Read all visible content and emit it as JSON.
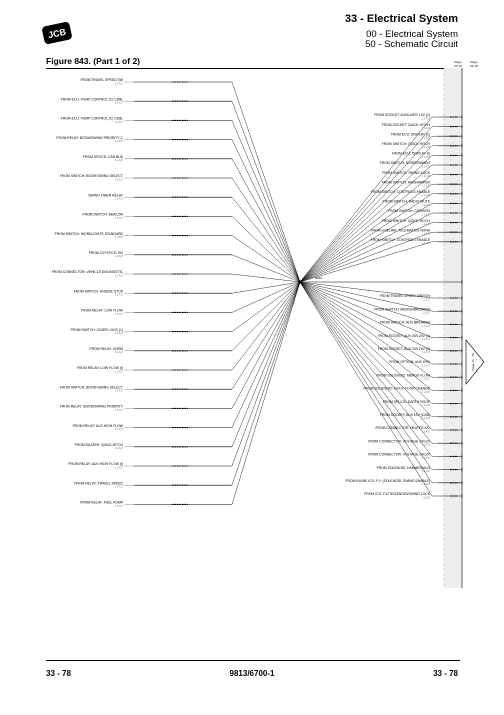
{
  "header": {
    "logo_text": "JCB",
    "section_title": "33 - Electrical System",
    "subtitle_1": "00 - Electrical System",
    "subtitle_2": "50 - Schematic Circuit"
  },
  "figure_title": "Figure 843. (Part 1 of 2)",
  "page_tags": [
    {
      "label": "Page",
      "ref": "33-79"
    },
    {
      "label": "Page",
      "ref": "33-79"
    }
  ],
  "splice_label": "S949",
  "offpage_label": "Page 33 - 79",
  "colors": {
    "trace": "#000000",
    "subtext": "#3a8a3a",
    "band": "#eeeeee"
  },
  "left_entries": [
    {
      "label": "FROM TRAVEL SPEED SW",
      "ref": "1.1 A17"
    },
    {
      "label": "FROM ECU: PUMP CONTROL (C) CD8L",
      "ref": "1.1 A17"
    },
    {
      "label": "FROM ECU: PUMP CONTROL (C) CD8L",
      "ref": "1.1 A17"
    },
    {
      "label": "FROM RELAY: BOOM/SWING PRIORITY C",
      "ref": "1.1 A17"
    },
    {
      "label": "FROM SPLICE: CAN BUS",
      "ref": "1.1 A17"
    },
    {
      "label": "FROM SWITCH: BOOM SWING SELECT",
      "ref": "1.1 A17"
    },
    {
      "label": "SWING TIMER RELAY",
      "ref": "1.1 A17"
    },
    {
      "label": "FROM SWITCH: BEACON",
      "ref": "1.1 A17"
    },
    {
      "label": "FROM SWITCH: WORKLIGHTS STANDARD",
      "ref": "1.1 A17"
    },
    {
      "label": "FROM JOYSTICK: RH",
      "ref": "1.1 A17"
    },
    {
      "label": "FROM CONNECTOR: VEHICLE DIAGNOSTIC",
      "ref": "1.1 A17"
    },
    {
      "label": "FROM SWITCH: ENGINE STOP",
      "ref": "1.1 A17"
    },
    {
      "label": "FROM RELAY: LOW FLOW",
      "ref": "1.1 A17"
    },
    {
      "label": "FROM SWITCH: LEVER LOCK (1)",
      "ref": "1.1 A17"
    },
    {
      "label": "FROM RELAY: HORN",
      "ref": "1.1 A17"
    },
    {
      "label": "FROM RELAY: LOW FLOW (I)",
      "ref": "1.1 A17"
    },
    {
      "label": "FROM SWITCH: BOOM SWING SELECT",
      "ref": "1.1 A17"
    },
    {
      "label": "FROM RELAY: BOOM/SWING PRIORITY",
      "ref": "1.1 A17"
    },
    {
      "label": "FROM RELAY: AUX HIGH FLOW",
      "ref": "1.1 A17"
    },
    {
      "label": "FROM BUZZER: QUICK HITCH",
      "ref": "1.1 A17"
    },
    {
      "label": "FROM RELAY: AUX HIGH FLOW (I)",
      "ref": "1.1 A17"
    },
    {
      "label": "FROM RELAY: TRAVEL SPEED",
      "ref": "1.1 A17"
    },
    {
      "label": "FROM RELAY: FUEL PUMP",
      "ref": "1.1 A17"
    }
  ],
  "right_top_entries": [
    {
      "label": "FROM SOCKET: AUXILIARY 12V (1)",
      "ref": "1.1 A17"
    },
    {
      "label": "FROM SOCKET: QUICK HITCH",
      "ref": "1.1 A17"
    },
    {
      "label": "FROM ECU: DISPLAY (1)",
      "ref": "1.1 A17"
    },
    {
      "label": "FROM SWITCH: QUICK HITCH",
      "ref": "1.1 A17"
    },
    {
      "label": "FROM ECU: DISPLAY (I)",
      "ref": "1.1 A17"
    },
    {
      "label": "FROM SWITCH: SCREENWASH",
      "ref": "1.1 A17"
    },
    {
      "label": "FROM SWITCH: SWING LOCK",
      "ref": "1.1 A17"
    },
    {
      "label": "FROM SWITCH: WASH/WIPER",
      "ref": "1.1 A17"
    },
    {
      "label": "FROM SWITCH: CONTROLS ENABLE",
      "ref": "1.1 A17"
    },
    {
      "label": "FROM SWITCH: RADIO MUTE",
      "ref": "1.1 A17"
    },
    {
      "label": "FROM SWITCH: CUSHION",
      "ref": "1.1 A17"
    },
    {
      "label": "FROM SWITCH: QUICK HITCH",
      "ref": "1.1 A17"
    },
    {
      "label": "FROM LIVELINK: TELEMATICS NONA",
      "ref": "1.1 A17"
    },
    {
      "label": "FROM SWITCH: CONTROLS ENABLE",
      "ref": "1.1 A17"
    }
  ],
  "right_bottom_entries": [
    {
      "label": "FROM TRAVEL SPEED SWITCH",
      "ref": "1.1 A17"
    },
    {
      "label": "FROM SWITCH: MERGE/BREAKER",
      "ref": "1.1 A17"
    },
    {
      "label": "FROM SWITCH: AUX BREAKER",
      "ref": "1.1 A17"
    },
    {
      "label": "FROM SOCKET: AUX IGN 24V (1)",
      "ref": "1.1 A17"
    },
    {
      "label": "FROM SOCKET: AUX IGN 24V (2)",
      "ref": "1.1 A17"
    },
    {
      "label": "FROM OPTION: AUX HYD",
      "ref": "1.1 A17"
    },
    {
      "label": "FROM SOLENOID: MERGE FLOW",
      "ref": "1.1 A17"
    },
    {
      "label": "FROM SOLENOID: AUX K FLOW CHANGE",
      "ref": "1.1 A17"
    },
    {
      "label": "FROM SPLICE: EARTH ROOF",
      "ref": "1.1 A17"
    },
    {
      "label": "FROM SOCKET: AUX 12V (CAB)",
      "ref": "1.1 A17"
    },
    {
      "label": "FROM CONNECTOR: HEATER A/C",
      "ref": "1.1 A17"
    },
    {
      "label": "FROM CONNECTOR: VOLTAGE 24/12V",
      "ref": "1.1 A17"
    },
    {
      "label": "FROM CONNECTOR: VOLTAGE 24/12V",
      "ref": "1.1 A17"
    },
    {
      "label": "FROM SOLENOID: HAMMER/AUX",
      "ref": "1.1 A17"
    },
    {
      "label": "FROM INLINE ICO: F.Y. (SOLENOID: SWING ENABLE)",
      "ref": "1.1 A17"
    },
    {
      "label": "FROM ICO: F12 SOLENOID/SWING LOCK",
      "ref": "1.1 A17"
    }
  ],
  "footer": {
    "page_left": "33 - 78",
    "doc_number": "9813/6700-1",
    "page_right": "33 - 78"
  }
}
